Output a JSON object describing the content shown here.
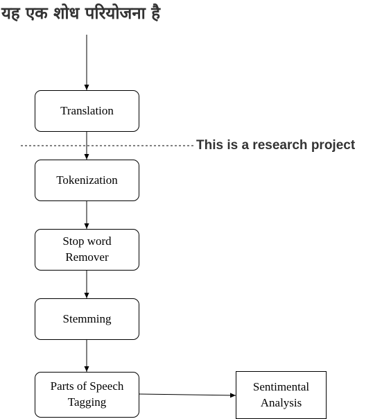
{
  "title_hindi": "यह एक शोध परियोजना है",
  "caption": "This is a research project",
  "nodes": {
    "translation": "Translation",
    "tokenization": "Tokenization",
    "stop_word_line1": "Stop word",
    "stop_word_line2": "Remover",
    "stemming": "Stemming",
    "pos_line1": "Parts of Speech",
    "pos_line2": "Tagging",
    "sentiment_line1": "Sentimental",
    "sentiment_line2": "Analysis"
  }
}
